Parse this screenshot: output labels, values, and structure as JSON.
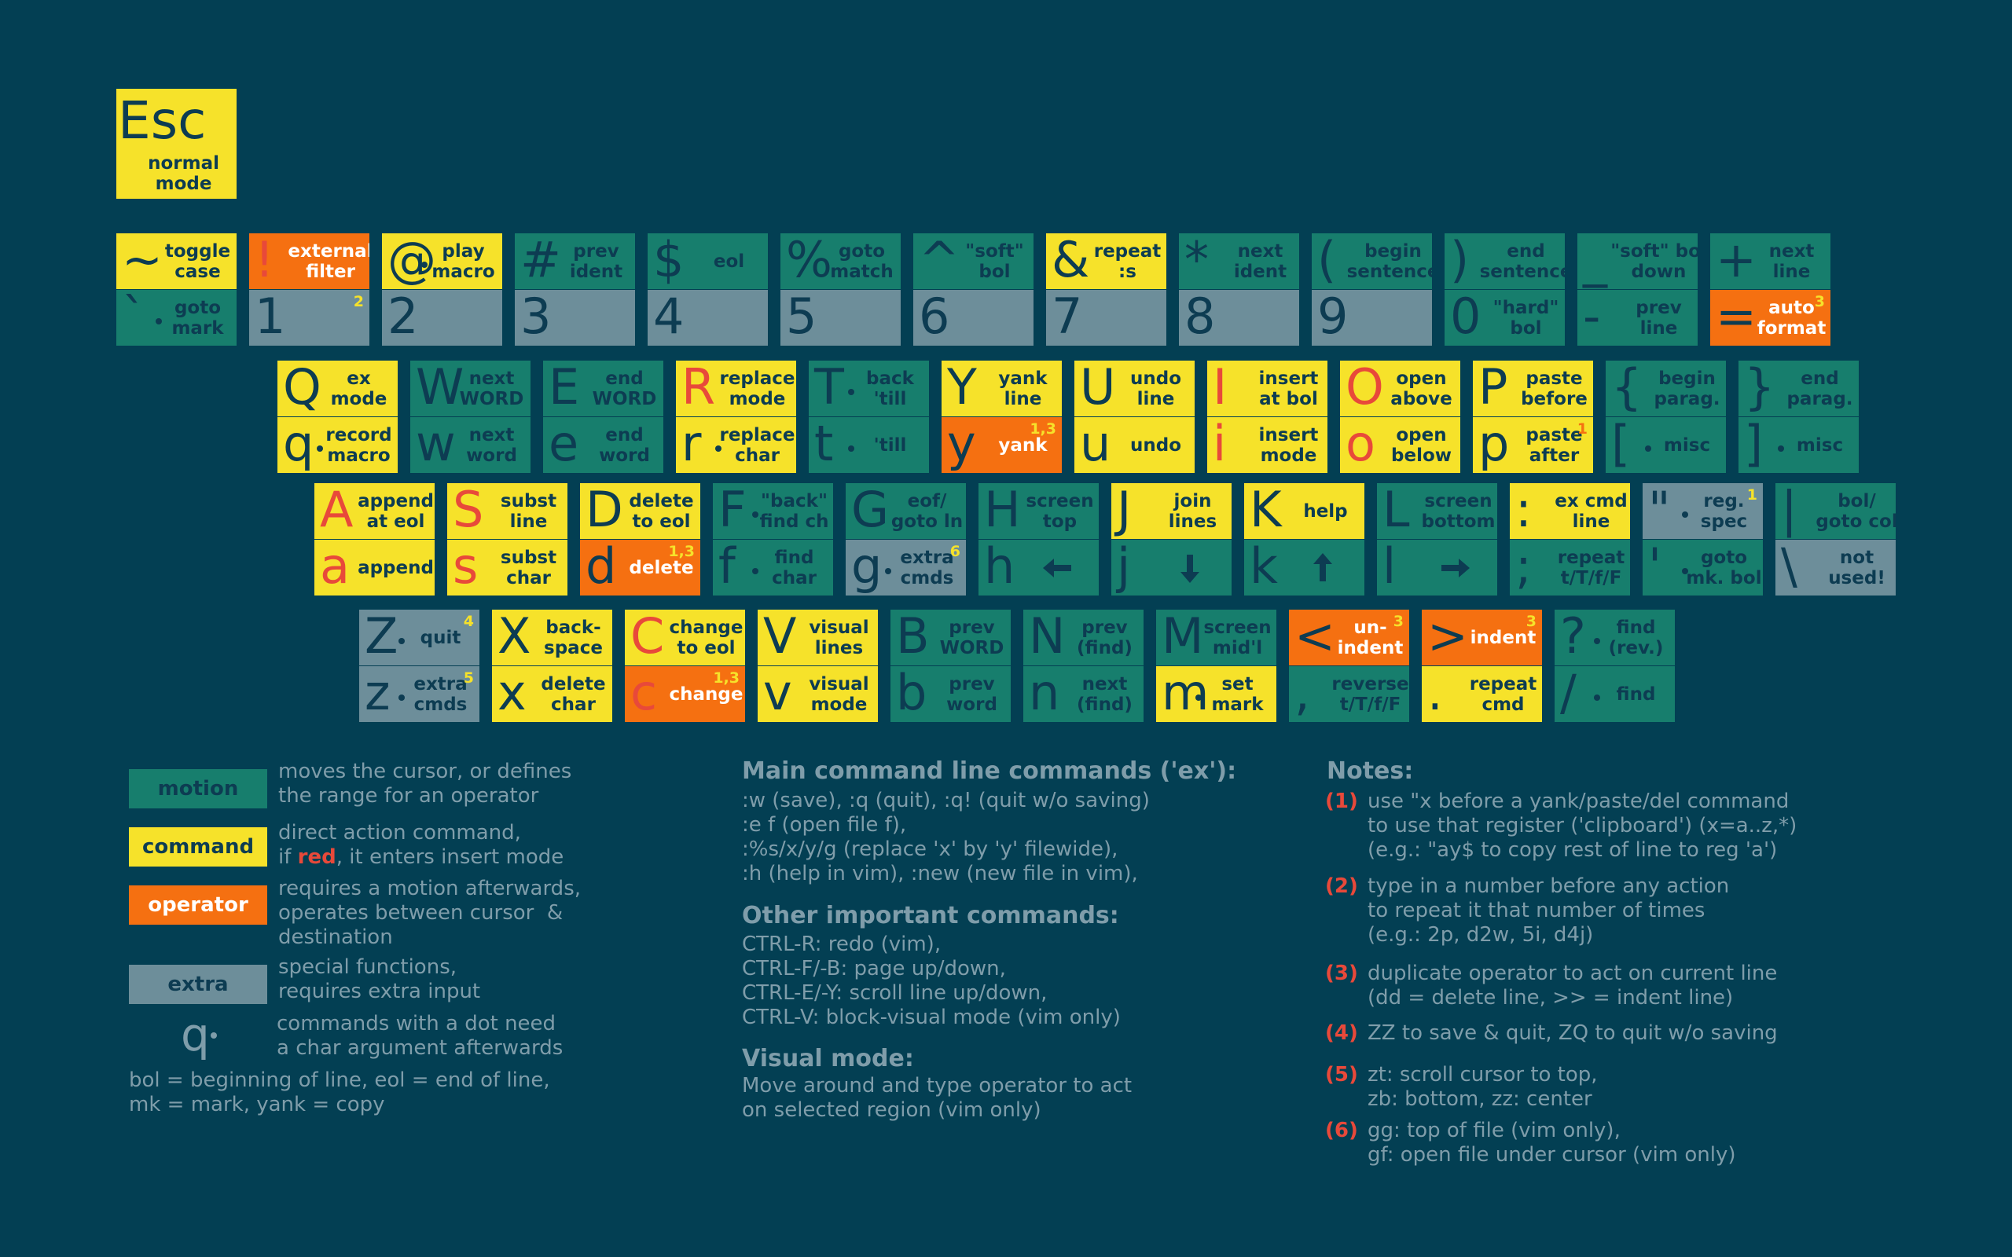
{
  "esc": {
    "char": "Esc",
    "label": "normal\nmode"
  },
  "keys": [
    {
      "r": "n1",
      "c": 0,
      "t": "command",
      "ch": "~",
      "lbl": "toggle\ncase"
    },
    {
      "r": "n1",
      "c": 1,
      "t": "operator",
      "ch": "!",
      "lbl": "external\nfilter",
      "chStyle": "red"
    },
    {
      "r": "n1",
      "c": 2,
      "t": "command",
      "ch": "@",
      "lbl": "play\nmacro",
      "dot": true
    },
    {
      "r": "n1",
      "c": 3,
      "t": "motion",
      "ch": "#",
      "lbl": "prev\nident"
    },
    {
      "r": "n1",
      "c": 4,
      "t": "motion",
      "ch": "$",
      "lbl": "eol"
    },
    {
      "r": "n1",
      "c": 5,
      "t": "motion",
      "ch": "%",
      "lbl": "goto\nmatch"
    },
    {
      "r": "n1",
      "c": 6,
      "t": "motion",
      "ch": "^",
      "lbl": "\"soft\"\nbol"
    },
    {
      "r": "n1",
      "c": 7,
      "t": "command",
      "ch": "&",
      "lbl": "repeat\n:s"
    },
    {
      "r": "n1",
      "c": 8,
      "t": "motion",
      "ch": "*",
      "lbl": "next\nident"
    },
    {
      "r": "n1",
      "c": 9,
      "t": "motion",
      "ch": "(",
      "lbl": "begin\nsentence"
    },
    {
      "r": "n1",
      "c": 10,
      "t": "motion",
      "ch": ")",
      "lbl": "end\nsentence"
    },
    {
      "r": "n1",
      "c": 11,
      "t": "motion",
      "ch": "_",
      "lbl": "\"soft\" bol\ndown"
    },
    {
      "r": "n1",
      "c": 12,
      "t": "motion",
      "ch": "+",
      "lbl": "next\nline"
    },
    {
      "r": "n2",
      "c": 0,
      "t": "motion",
      "ch": "`",
      "lbl": "goto\nmark",
      "dot": true
    },
    {
      "r": "n2",
      "c": 1,
      "t": "extra",
      "ch": "1",
      "lbl": "",
      "note": "2"
    },
    {
      "r": "n2",
      "c": 2,
      "t": "extra",
      "ch": "2",
      "lbl": ""
    },
    {
      "r": "n2",
      "c": 3,
      "t": "extra",
      "ch": "3",
      "lbl": ""
    },
    {
      "r": "n2",
      "c": 4,
      "t": "extra",
      "ch": "4",
      "lbl": ""
    },
    {
      "r": "n2",
      "c": 5,
      "t": "extra",
      "ch": "5",
      "lbl": ""
    },
    {
      "r": "n2",
      "c": 6,
      "t": "extra",
      "ch": "6",
      "lbl": ""
    },
    {
      "r": "n2",
      "c": 7,
      "t": "extra",
      "ch": "7",
      "lbl": ""
    },
    {
      "r": "n2",
      "c": 8,
      "t": "extra",
      "ch": "8",
      "lbl": ""
    },
    {
      "r": "n2",
      "c": 9,
      "t": "extra",
      "ch": "9",
      "lbl": ""
    },
    {
      "r": "n2",
      "c": 10,
      "t": "motion",
      "ch": "0",
      "lbl": "\"hard\"\nbol"
    },
    {
      "r": "n2",
      "c": 11,
      "t": "motion",
      "ch": "-",
      "lbl": "prev\nline"
    },
    {
      "r": "n2",
      "c": 12,
      "t": "operator",
      "ch": "=",
      "lbl": "auto\nformat",
      "note": "3",
      "chStyle": "plain"
    },
    {
      "r": "q1",
      "c": 0,
      "t": "command",
      "ch": "Q",
      "lbl": "ex\nmode"
    },
    {
      "r": "q1",
      "c": 1,
      "t": "motion",
      "ch": "W",
      "lbl": "next\nWORD"
    },
    {
      "r": "q1",
      "c": 2,
      "t": "motion",
      "ch": "E",
      "lbl": "end\nWORD"
    },
    {
      "r": "q1",
      "c": 3,
      "t": "command",
      "ch": "R",
      "lbl": "replace\nmode",
      "chStyle": "red"
    },
    {
      "r": "q1",
      "c": 4,
      "t": "motion",
      "ch": "T",
      "lbl": "back\n'till",
      "dot": true
    },
    {
      "r": "q1",
      "c": 5,
      "t": "command",
      "ch": "Y",
      "lbl": "yank\nline"
    },
    {
      "r": "q1",
      "c": 6,
      "t": "command",
      "ch": "U",
      "lbl": "undo\nline"
    },
    {
      "r": "q1",
      "c": 7,
      "t": "command",
      "ch": "I",
      "lbl": "insert\nat bol",
      "chStyle": "red"
    },
    {
      "r": "q1",
      "c": 8,
      "t": "command",
      "ch": "O",
      "lbl": "open\nabove",
      "chStyle": "red"
    },
    {
      "r": "q1",
      "c": 9,
      "t": "command",
      "ch": "P",
      "lbl": "paste\nbefore"
    },
    {
      "r": "q1",
      "c": 10,
      "t": "motion",
      "ch": "{",
      "lbl": "begin\nparag."
    },
    {
      "r": "q1",
      "c": 11,
      "t": "motion",
      "ch": "}",
      "lbl": "end\nparag."
    },
    {
      "r": "q2",
      "c": 0,
      "t": "command",
      "ch": "q",
      "lbl": "record\nmacro",
      "dot": true
    },
    {
      "r": "q2",
      "c": 1,
      "t": "motion",
      "ch": "w",
      "lbl": "next\nword"
    },
    {
      "r": "q2",
      "c": 2,
      "t": "motion",
      "ch": "e",
      "lbl": "end\nword"
    },
    {
      "r": "q2",
      "c": 3,
      "t": "command",
      "ch": "r",
      "lbl": "replace\nchar",
      "dot": true
    },
    {
      "r": "q2",
      "c": 4,
      "t": "motion",
      "ch": "t",
      "lbl": "'till",
      "dot": true
    },
    {
      "r": "q2",
      "c": 5,
      "t": "operator",
      "ch": "y",
      "lbl": "yank",
      "note": "1,3",
      "chStyle": "plain"
    },
    {
      "r": "q2",
      "c": 6,
      "t": "command",
      "ch": "u",
      "lbl": "undo"
    },
    {
      "r": "q2",
      "c": 7,
      "t": "command",
      "ch": "i",
      "lbl": "insert\nmode",
      "chStyle": "red"
    },
    {
      "r": "q2",
      "c": 8,
      "t": "command",
      "ch": "o",
      "lbl": "open\nbelow",
      "chStyle": "red"
    },
    {
      "r": "q2",
      "c": 9,
      "t": "command",
      "ch": "p",
      "lbl": "paste\nafter",
      "note": "1"
    },
    {
      "r": "q2",
      "c": 10,
      "t": "motion",
      "ch": "[",
      "lbl": "misc",
      "dot": true
    },
    {
      "r": "q2",
      "c": 11,
      "t": "motion",
      "ch": "]",
      "lbl": "misc",
      "dot": true
    },
    {
      "r": "a1",
      "c": 0,
      "t": "command",
      "ch": "A",
      "lbl": "append\nat eol",
      "chStyle": "red"
    },
    {
      "r": "a1",
      "c": 1,
      "t": "command",
      "ch": "S",
      "lbl": "subst\nline",
      "chStyle": "red"
    },
    {
      "r": "a1",
      "c": 2,
      "t": "command",
      "ch": "D",
      "lbl": "delete\nto eol"
    },
    {
      "r": "a1",
      "c": 3,
      "t": "motion",
      "ch": "F",
      "lbl": "\"back\"\nfind ch",
      "dot": true
    },
    {
      "r": "a1",
      "c": 4,
      "t": "motion",
      "ch": "G",
      "lbl": "eof/\ngoto ln"
    },
    {
      "r": "a1",
      "c": 5,
      "t": "motion",
      "ch": "H",
      "lbl": "screen\ntop"
    },
    {
      "r": "a1",
      "c": 6,
      "t": "command",
      "ch": "J",
      "lbl": "join\nlines"
    },
    {
      "r": "a1",
      "c": 7,
      "t": "command",
      "ch": "K",
      "lbl": "help"
    },
    {
      "r": "a1",
      "c": 8,
      "t": "motion",
      "ch": "L",
      "lbl": "screen\nbottom"
    },
    {
      "r": "a1",
      "c": 9,
      "t": "command",
      "ch": ":",
      "lbl": "ex cmd\nline"
    },
    {
      "r": "a1",
      "c": 10,
      "t": "extra",
      "ch": "\"",
      "lbl": "reg.\nspec",
      "note": "1",
      "dot": true
    },
    {
      "r": "a1",
      "c": 11,
      "t": "motion",
      "ch": "|",
      "lbl": "bol/\ngoto col"
    },
    {
      "r": "a2",
      "c": 0,
      "t": "command",
      "ch": "a",
      "lbl": "append",
      "chStyle": "red"
    },
    {
      "r": "a2",
      "c": 1,
      "t": "command",
      "ch": "s",
      "lbl": "subst\nchar",
      "chStyle": "red"
    },
    {
      "r": "a2",
      "c": 2,
      "t": "operator",
      "ch": "d",
      "lbl": "delete",
      "note": "1,3",
      "chStyle": "plain"
    },
    {
      "r": "a2",
      "c": 3,
      "t": "motion",
      "ch": "f",
      "lbl": "find\nchar",
      "dot": true
    },
    {
      "r": "a2",
      "c": 4,
      "t": "extra",
      "ch": "g",
      "lbl": "extra\ncmds",
      "note": "6",
      "dot": true
    },
    {
      "r": "a2",
      "c": 5,
      "t": "motion",
      "ch": "h",
      "lbl": "",
      "arrow": "left"
    },
    {
      "r": "a2",
      "c": 6,
      "t": "motion",
      "ch": "j",
      "lbl": "",
      "arrow": "down"
    },
    {
      "r": "a2",
      "c": 7,
      "t": "motion",
      "ch": "k",
      "lbl": "",
      "arrow": "up"
    },
    {
      "r": "a2",
      "c": 8,
      "t": "motion",
      "ch": "l",
      "lbl": "",
      "arrow": "right"
    },
    {
      "r": "a2",
      "c": 9,
      "t": "motion",
      "ch": ";",
      "lbl": "repeat\nt/T/f/F"
    },
    {
      "r": "a2",
      "c": 10,
      "t": "motion",
      "ch": "'",
      "lbl": "goto\nmk. bol",
      "dot": true
    },
    {
      "r": "a2",
      "c": 11,
      "t": "extra",
      "ch": "\\",
      "lbl": "not\nused!"
    },
    {
      "r": "z1",
      "c": 0,
      "t": "extra",
      "ch": "Z",
      "lbl": "quit",
      "note": "4",
      "dot": true
    },
    {
      "r": "z1",
      "c": 1,
      "t": "command",
      "ch": "X",
      "lbl": "back-\nspace"
    },
    {
      "r": "z1",
      "c": 2,
      "t": "command",
      "ch": "C",
      "lbl": "change\nto eol",
      "chStyle": "red"
    },
    {
      "r": "z1",
      "c": 3,
      "t": "command",
      "ch": "V",
      "lbl": "visual\nlines"
    },
    {
      "r": "z1",
      "c": 4,
      "t": "motion",
      "ch": "B",
      "lbl": "prev\nWORD"
    },
    {
      "r": "z1",
      "c": 5,
      "t": "motion",
      "ch": "N",
      "lbl": "prev\n(find)"
    },
    {
      "r": "z1",
      "c": 6,
      "t": "motion",
      "ch": "M",
      "lbl": "screen\nmid'l"
    },
    {
      "r": "z1",
      "c": 7,
      "t": "operator",
      "ch": "<",
      "lbl": "un-\nindent",
      "note": "3",
      "chStyle": "plain"
    },
    {
      "r": "z1",
      "c": 8,
      "t": "operator",
      "ch": ">",
      "lbl": "indent",
      "note": "3",
      "chStyle": "plain"
    },
    {
      "r": "z1",
      "c": 9,
      "t": "motion",
      "ch": "?",
      "lbl": "find\n(rev.)",
      "dot": true
    },
    {
      "r": "z2",
      "c": 0,
      "t": "extra",
      "ch": "z",
      "lbl": "extra\ncmds",
      "note": "5",
      "dot": true
    },
    {
      "r": "z2",
      "c": 1,
      "t": "command",
      "ch": "x",
      "lbl": "delete\nchar"
    },
    {
      "r": "z2",
      "c": 2,
      "t": "operator",
      "ch": "c",
      "lbl": "change",
      "note": "1,3",
      "chStyle": "red"
    },
    {
      "r": "z2",
      "c": 3,
      "t": "command",
      "ch": "v",
      "lbl": "visual\nmode"
    },
    {
      "r": "z2",
      "c": 4,
      "t": "motion",
      "ch": "b",
      "lbl": "prev\nword"
    },
    {
      "r": "z2",
      "c": 5,
      "t": "motion",
      "ch": "n",
      "lbl": "next\n(find)"
    },
    {
      "r": "z2",
      "c": 6,
      "t": "command",
      "ch": "m",
      "lbl": "set\nmark",
      "dot": true
    },
    {
      "r": "z2",
      "c": 7,
      "t": "motion",
      "ch": ",",
      "lbl": "reverse\nt/T/f/F"
    },
    {
      "r": "z2",
      "c": 8,
      "t": "command",
      "ch": ".",
      "lbl": "repeat\ncmd"
    },
    {
      "r": "z2",
      "c": 9,
      "t": "motion",
      "ch": "/",
      "lbl": "find",
      "dot": true
    }
  ],
  "legend": {
    "items": [
      {
        "name": "motion",
        "label": "motion",
        "desc": "moves the cursor, or defines\nthe range for an operator"
      },
      {
        "name": "command",
        "label": "command",
        "desc_a": "direct action command,\nif ",
        "desc_red": "red",
        "desc_b": ", it enters insert mode"
      },
      {
        "name": "operator",
        "label": "operator",
        "desc": "requires a motion afterwards,\noperates between cursor  &\ndestination"
      },
      {
        "name": "extra",
        "label": "extra",
        "desc": "special functions,\nrequires extra input"
      }
    ],
    "dot_char": "q",
    "dot_desc": "commands with a dot need\na char argument afterwards",
    "abbrev": "bol = beginning of line, eol = end of line,\nmk = mark, yank = copy"
  },
  "ex": {
    "title": "Main command line commands ('ex'):",
    "body": ":w (save), :q (quit), :q! (quit w/o saving)\n:e f (open file f),\n:%s/x/y/g (replace 'x' by 'y' filewide),\n:h (help in vim), :new (new file in vim),"
  },
  "other": {
    "title": "Other important commands:",
    "body": "CTRL-R: redo (vim),\nCTRL-F/-B: page up/down,\nCTRL-E/-Y: scroll line up/down,\nCTRL-V: block-visual mode (vim only)"
  },
  "visual": {
    "title": "Visual mode:",
    "body": "Move around and type operator to act\non selected region (vim only)"
  },
  "notes": {
    "title": "Notes:",
    "items": [
      {
        "n": "(1)",
        "text": "use \"x before a yank/paste/del command\nto use that register ('clipboard') (x=a..z,*)\n(e.g.: \"ay$ to copy rest of line to reg 'a')"
      },
      {
        "n": "(2)",
        "text": "type in a number before any action\nto repeat it that number of times\n(e.g.: 2p, d2w, 5i, d4j)"
      },
      {
        "n": "(3)",
        "text": "duplicate operator to act on current line\n(dd = delete line, >> = indent line)"
      },
      {
        "n": "(4)",
        "text": "ZZ to save & quit, ZQ to quit w/o saving"
      },
      {
        "n": "(5)",
        "text": "zt: scroll cursor to top,\nzb: bottom, zz: center"
      },
      {
        "n": "(6)",
        "text": "gg: top of file (vim only),\ngf: open file under cursor (vim only)"
      }
    ]
  }
}
